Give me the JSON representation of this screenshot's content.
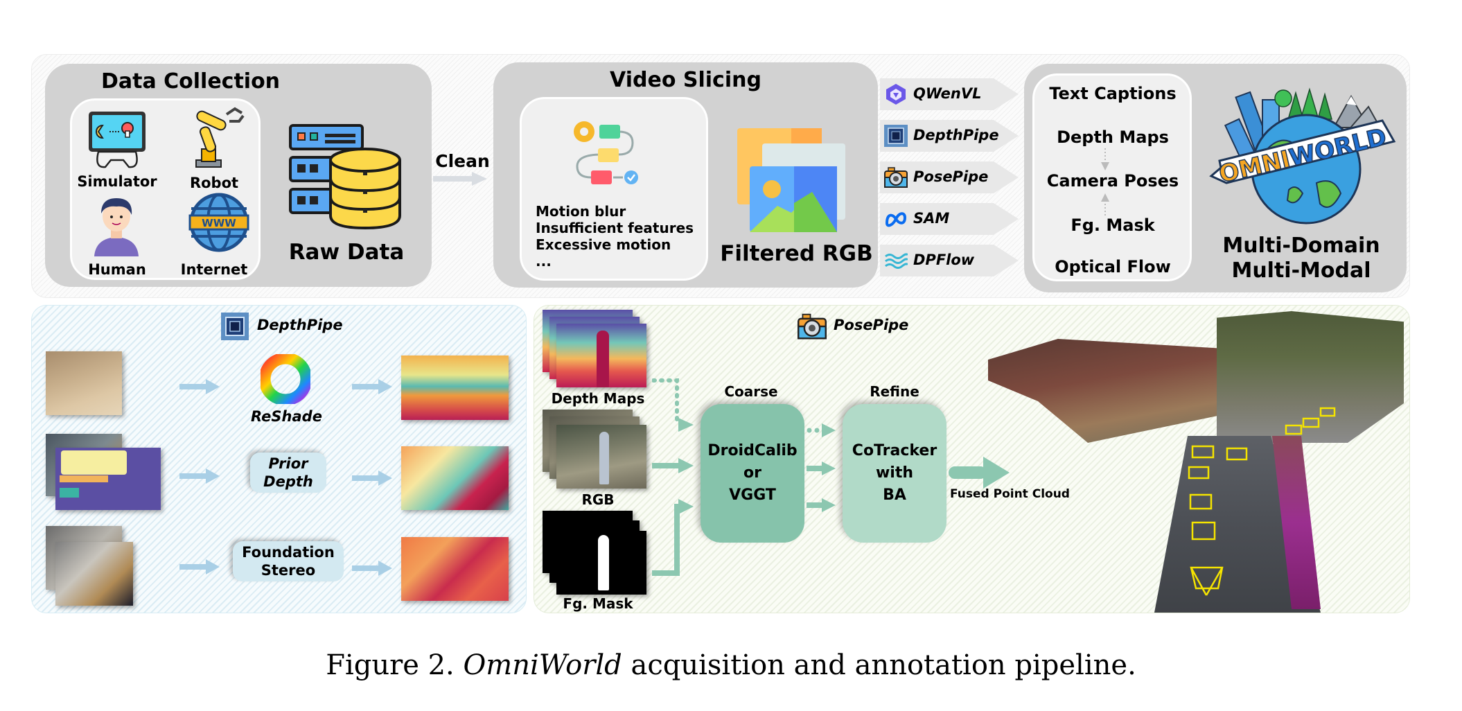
{
  "top": {
    "data_collection": {
      "title": "Data Collection",
      "sources": [
        {
          "label": "Simulator",
          "icon": "gamepad-monitor-icon"
        },
        {
          "label": "Robot",
          "icon": "robot-arm-icon"
        },
        {
          "label": "Human",
          "icon": "person-icon"
        },
        {
          "label": "Internet",
          "icon": "www-globe-icon"
        }
      ],
      "raw_label": "Raw Data"
    },
    "clean_label": "Clean",
    "video_slicing": {
      "title": "Video Slicing",
      "criteria": [
        "Motion blur",
        "Insufficient features",
        "Excessive motion",
        "..."
      ],
      "filtered_label": "Filtered RGB"
    },
    "tools": [
      {
        "name": "QWenVL",
        "icon": "qwen-logo-icon"
      },
      {
        "name": "DepthPipe",
        "icon": "depth-square-icon"
      },
      {
        "name": "PosePipe",
        "icon": "camera-icon"
      },
      {
        "name": "SAM",
        "icon": "meta-infinity-icon"
      },
      {
        "name": "DPFlow",
        "icon": "waves-icon"
      }
    ],
    "outputs": {
      "modalities": [
        "Text Captions",
        "Depth Maps",
        "Camera Poses",
        "Fg. Mask",
        "Optical Flow"
      ],
      "logo_text": [
        "OMNI",
        "WORLD"
      ],
      "tagline": [
        "Multi-Domain",
        "Multi-Modal"
      ]
    }
  },
  "depthpipe": {
    "title": "DepthPipe",
    "rows": [
      {
        "method": "ReShade",
        "method_style": "icon"
      },
      {
        "method": "Prior Depth",
        "method_lines": [
          "Prior",
          "Depth"
        ]
      },
      {
        "method": "Foundation Stereo",
        "method_lines": [
          "Foundation",
          "Stereo"
        ]
      }
    ]
  },
  "posepipe": {
    "title": "PosePipe",
    "inputs": [
      "Depth Maps",
      "RGB",
      "Fg. Mask"
    ],
    "stages": [
      {
        "header": "Coarse",
        "lines": [
          "DroidCalib",
          "or",
          "VGGT"
        ]
      },
      {
        "header": "Refine",
        "lines": [
          "CoTracker",
          "with",
          "BA"
        ]
      }
    ],
    "output_label": "Fused Point Cloud"
  },
  "caption": {
    "prefix": "Figure 2. ",
    "emph": "OmniWorld",
    "rest": " acquisition and annotation pipeline."
  },
  "colors": {
    "coarse": "#86c3ab",
    "refine": "#b1dac8",
    "flow_arrow": "#8cc7b0",
    "depth_arrow": "#a9cfe6",
    "gray_box": "#d2d2d2"
  }
}
